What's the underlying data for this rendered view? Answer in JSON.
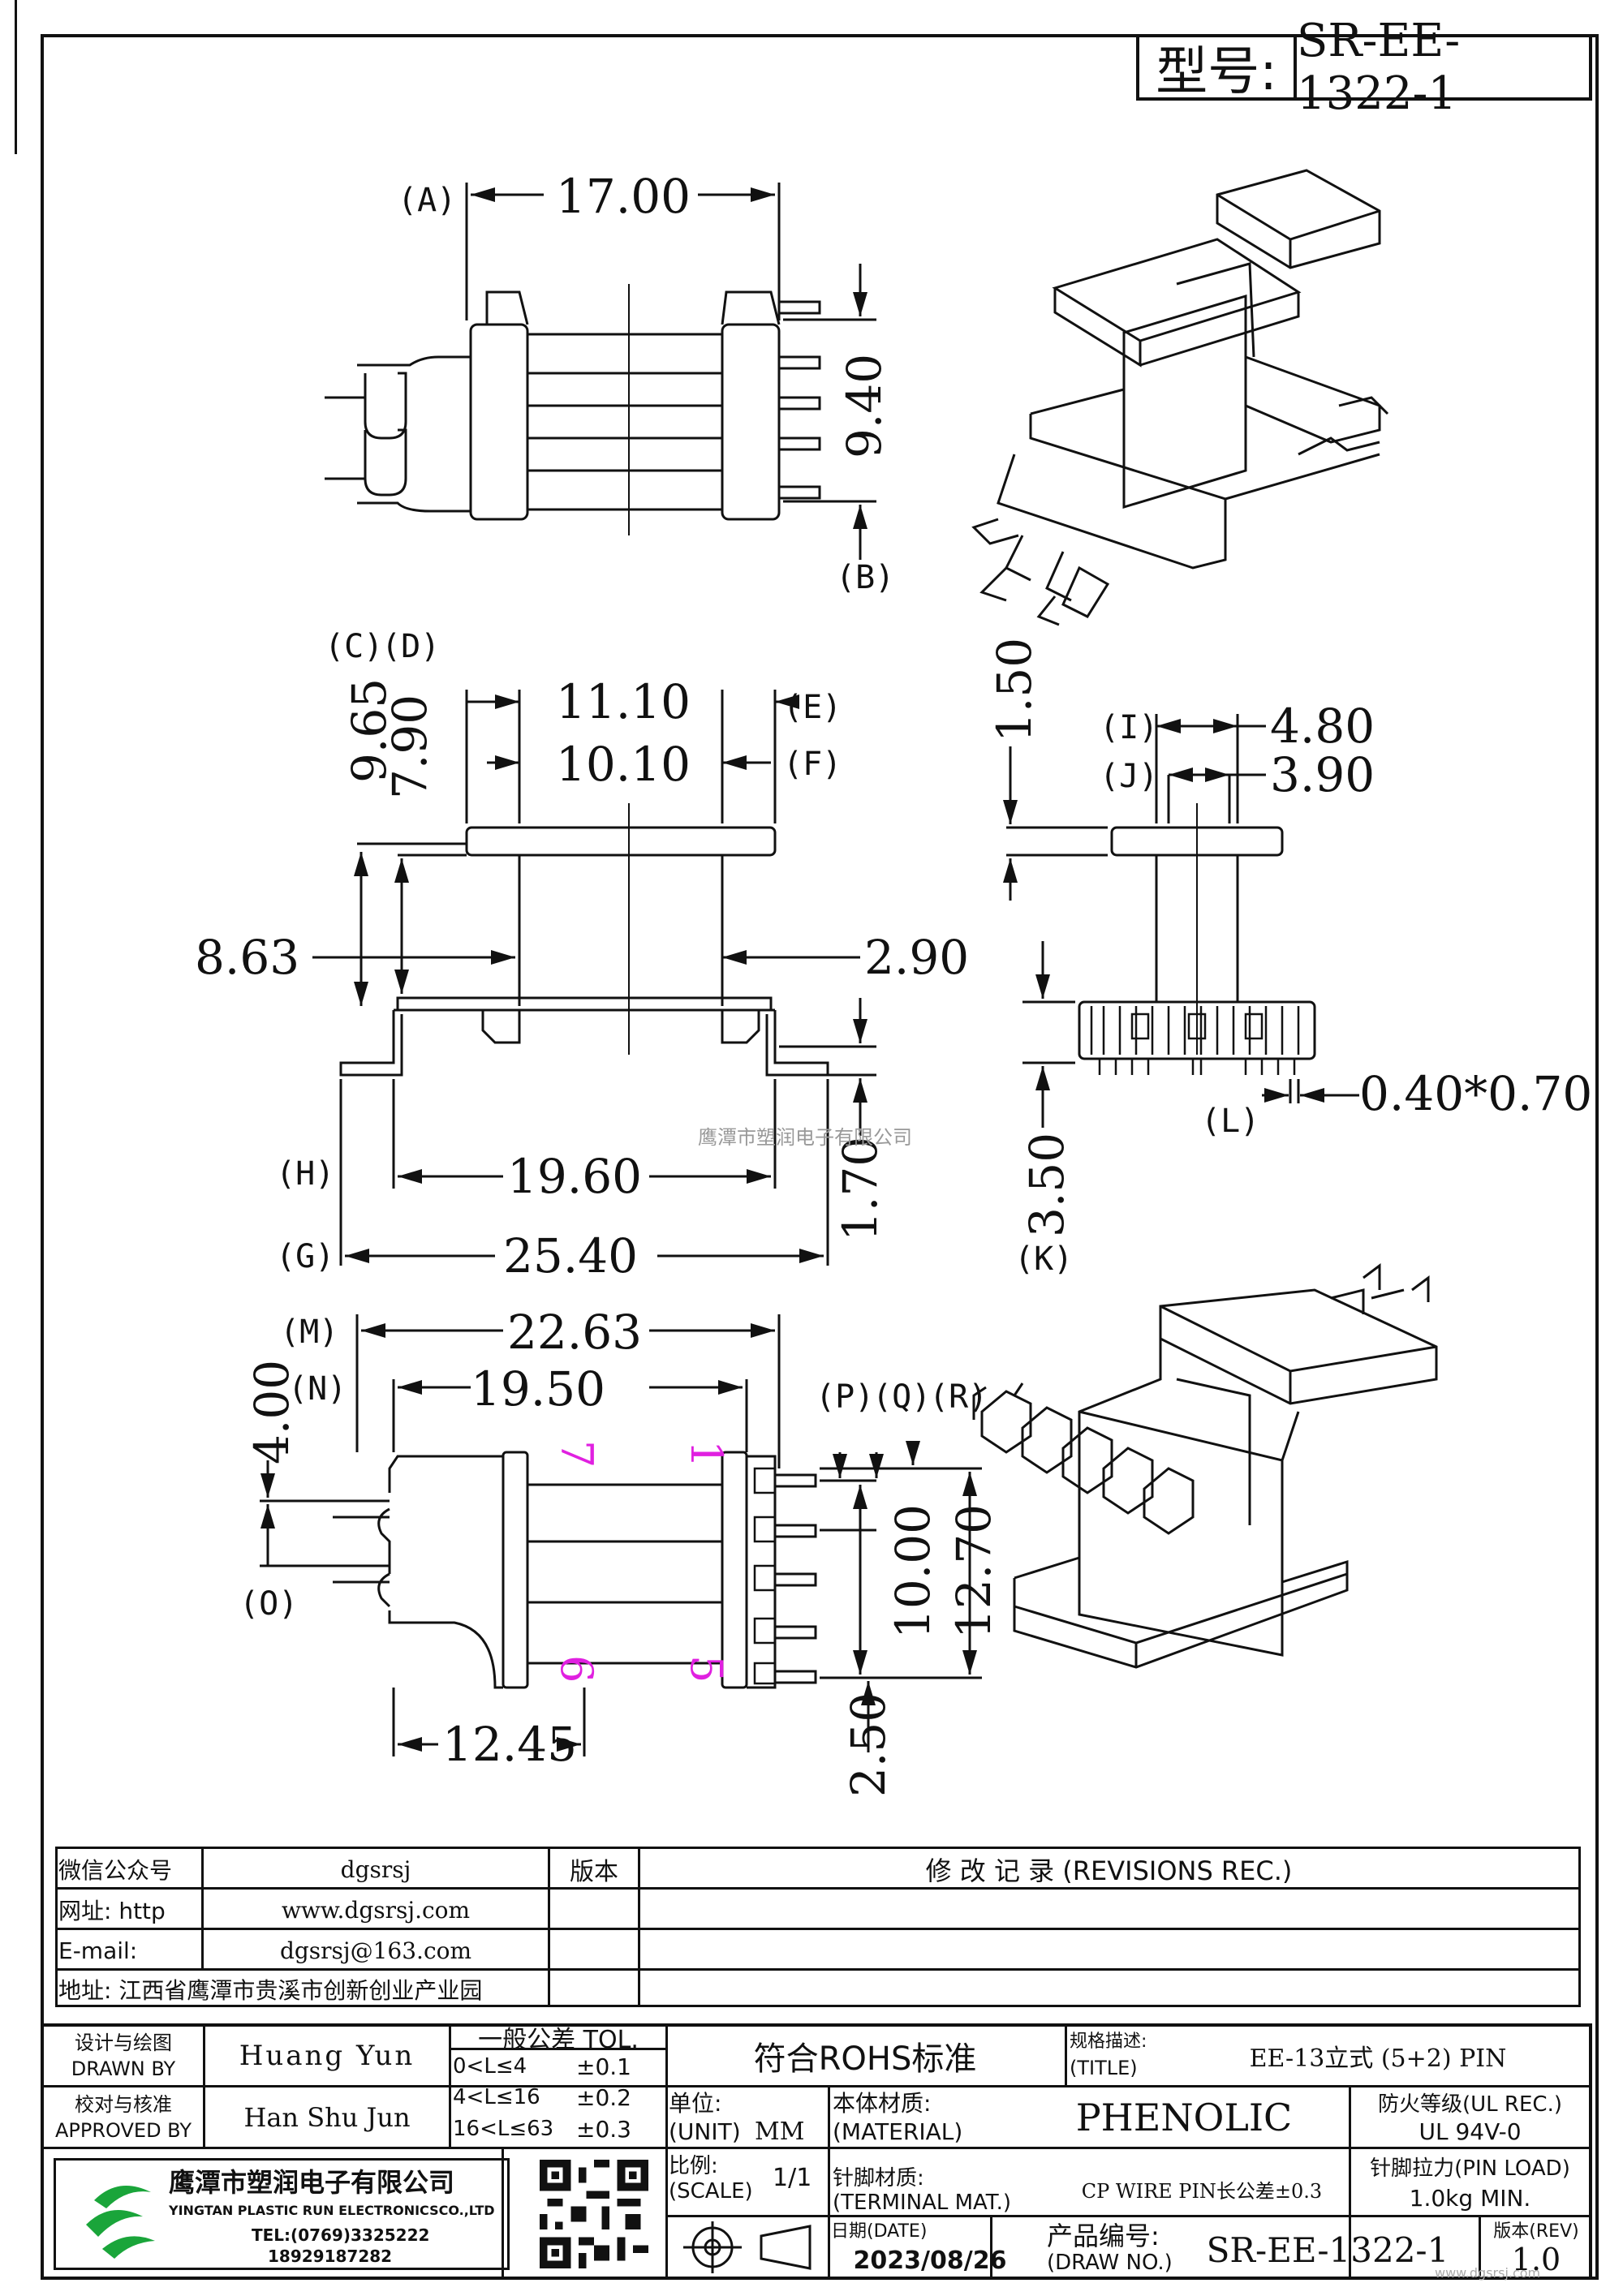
{
  "title_block": {
    "model_label": "型号:",
    "model_value": "SR-EE-1322-1"
  },
  "views": {
    "top_view": {
      "dim_width": "17.00",
      "label_a": "(A)",
      "dim_height": "9.40",
      "label_b": "(B)"
    },
    "front_view": {
      "label_c": "(C)",
      "label_d": "(D)",
      "dim_965": "9.65",
      "dim_790": "7.90",
      "dim_1110": "11.10",
      "dim_1010": "10.10",
      "label_e": "(E)",
      "label_f": "(F)",
      "dim_863": "8.63",
      "dim_290": "2.90",
      "dim_1960": "19.60",
      "label_h": "(H)",
      "dim_2540": "25.40",
      "label_g": "(G)",
      "dim_170": "1.70"
    },
    "side_view": {
      "dim_150": "1.50",
      "label_i": "(I)",
      "dim_480": "4.80",
      "label_j": "(J)",
      "dim_390": "3.90",
      "dim_pin": "0.40*0.70",
      "label_l": "(L)",
      "dim_350": "3.50",
      "label_k": "(K)"
    },
    "bottom_view": {
      "label_m": "(M)",
      "dim_2263": "22.63",
      "label_n": "(N)",
      "dim_1950": "19.50",
      "dim_400": "4.00",
      "label_o": "(O)",
      "label_p": "(P)",
      "label_q": "(Q)",
      "label_r": "(R)",
      "dim_1000": "10.00",
      "dim_1270": "12.70",
      "dim_1245": "12.45",
      "dim_250": "2.50",
      "pin_7": "7",
      "pin_1": "1",
      "pin_6": "6",
      "pin_5": "5"
    },
    "watermark": "鹰潭市塑润电子有限公司"
  },
  "contact": {
    "wechat_label": "微信公众号",
    "wechat_value": "dgsrsj",
    "web_label": "网址: http",
    "web_value": "www.dgsrsj.com",
    "email_label": "E-mail:",
    "email_value": "dgsrsj@163.com",
    "address": "地址: 江西省鹰潭市贵溪市创新创业产业园",
    "version_label": "版本",
    "revisions_label": "修 改 记 录 (REVISIONS REC.)"
  },
  "footer": {
    "drawn_label_cn": "设计与绘图",
    "drawn_label_en": "DRAWN BY",
    "drawn_name": "Huang Yun",
    "approved_label_cn": "校对与核准",
    "approved_label_en": "APPROVED BY",
    "approved_name": "Han Shu Jun",
    "tol_title": "一般公差 TOL.",
    "tol_rows": [
      {
        "range": "0<L≤4",
        "val": "±0.1"
      },
      {
        "range": "4<L≤16",
        "val": "±0.2"
      },
      {
        "range": "16<L≤63",
        "val": "±0.3"
      }
    ],
    "rohs": "符合ROHS标准",
    "spec_label_cn": "规格描述:",
    "spec_label_en": "(TITLE)",
    "spec_value": "EE-13立式 (5+2) PIN",
    "unit_label_cn": "单位:",
    "unit_label_en": "(UNIT)",
    "unit_value": "MM",
    "material_label_cn": "本体材质:",
    "material_label_en": "(MATERIAL)",
    "material_value": "PHENOLIC",
    "fire_label": "防火等级(UL REC.)",
    "fire_value": "UL 94V-0",
    "company_cn": "鹰潭市塑润电子有限公司",
    "company_en": "YINGTAN PLASTIC RUN ELECTRONICSCO.,LTD",
    "tel1": "TEL:(0769)3325222",
    "tel2": "18929187282",
    "scale_label_cn": "比例:",
    "scale_label_en": "(SCALE)",
    "scale_value": "1/1",
    "terminal_label_cn": "针脚材质:",
    "terminal_label_en": "(TERMINAL MAT.)",
    "terminal_value": "CP WIRE  PIN长公差±0.3",
    "pin_load_label": "针脚拉力(PIN LOAD)",
    "pin_load_value": "1.0kg MIN.",
    "date_label": "日期(DATE)",
    "date_value": "2023/08/26",
    "draw_no_label_cn": "产品编号:",
    "draw_no_label_en": "(DRAW NO.)",
    "draw_no_value": "SR-EE-1322-1",
    "rev_label": "版本(REV)",
    "rev_value": "1.0",
    "site_watermark": "www.dgsrsj.com"
  },
  "colors": {
    "line": "#111111",
    "pin_number": "#e020e0",
    "logo_green": "#1aa53a"
  }
}
